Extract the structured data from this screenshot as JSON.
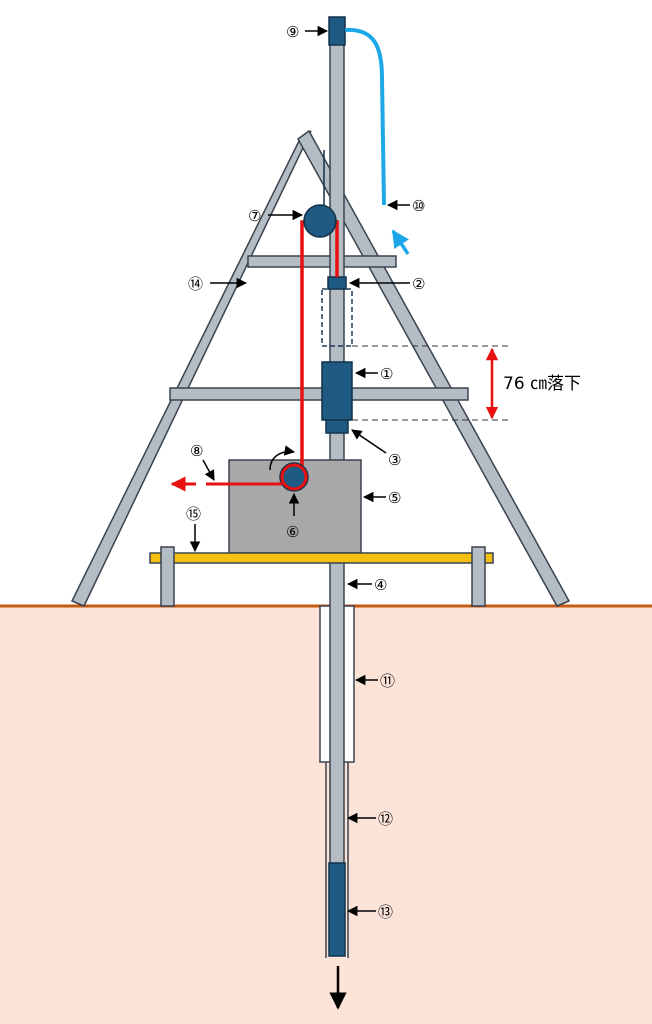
{
  "colors": {
    "ground": "#fbe3d8",
    "ground_line": "#c55a11",
    "steel": "#b4bcc4",
    "steel_stroke": "#3a4350",
    "dark_blue": "#1f5a82",
    "rope_red": "#e81010",
    "hose_blue": "#1fa8e8",
    "motor_gray": "#a8a8a8",
    "platform_yellow": "#f5c010"
  },
  "icons": {
    "leader_arrow": "left-pointing-arrowhead",
    "drop_arrow": "red-double-headed-vertical-arrow",
    "rotation": "curved-arrow",
    "penetration": "downward-arrow"
  },
  "labels": {
    "n1": "①",
    "n2": "②",
    "n3": "③",
    "n4": "④",
    "n5": "⑤",
    "n6": "⑥",
    "n7": "⑦",
    "n8": "⑧",
    "n9": "⑨",
    "n10": "⑩",
    "n11": "⑪",
    "n12": "⑫",
    "n13": "⑬",
    "n14": "⑭",
    "n15": "⑮"
  },
  "drop_height": "76 ㎝落下"
}
